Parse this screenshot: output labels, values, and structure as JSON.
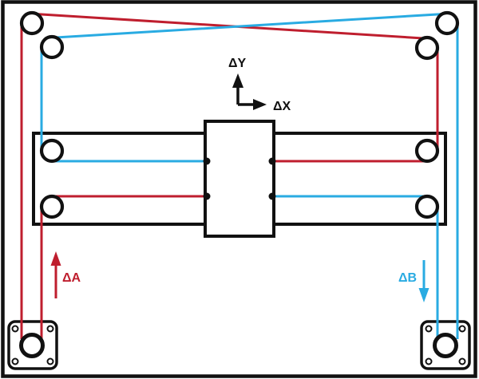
{
  "diagram": {
    "type": "corexy-belt-routing",
    "labels": {
      "axis_y": "ΔY",
      "axis_x": "ΔX",
      "belt_a": "ΔA",
      "belt_b": "ΔB"
    },
    "icons": {
      "axis_y_arrow": "↑",
      "axis_x_arrow": "→",
      "belt_a_arrow": "↑",
      "belt_b_arrow": "↓"
    }
  },
  "colors": {
    "line": "#111111",
    "belt_a": "#bf1e2e",
    "belt_b": "#29abe2",
    "background": "#ffffff"
  }
}
